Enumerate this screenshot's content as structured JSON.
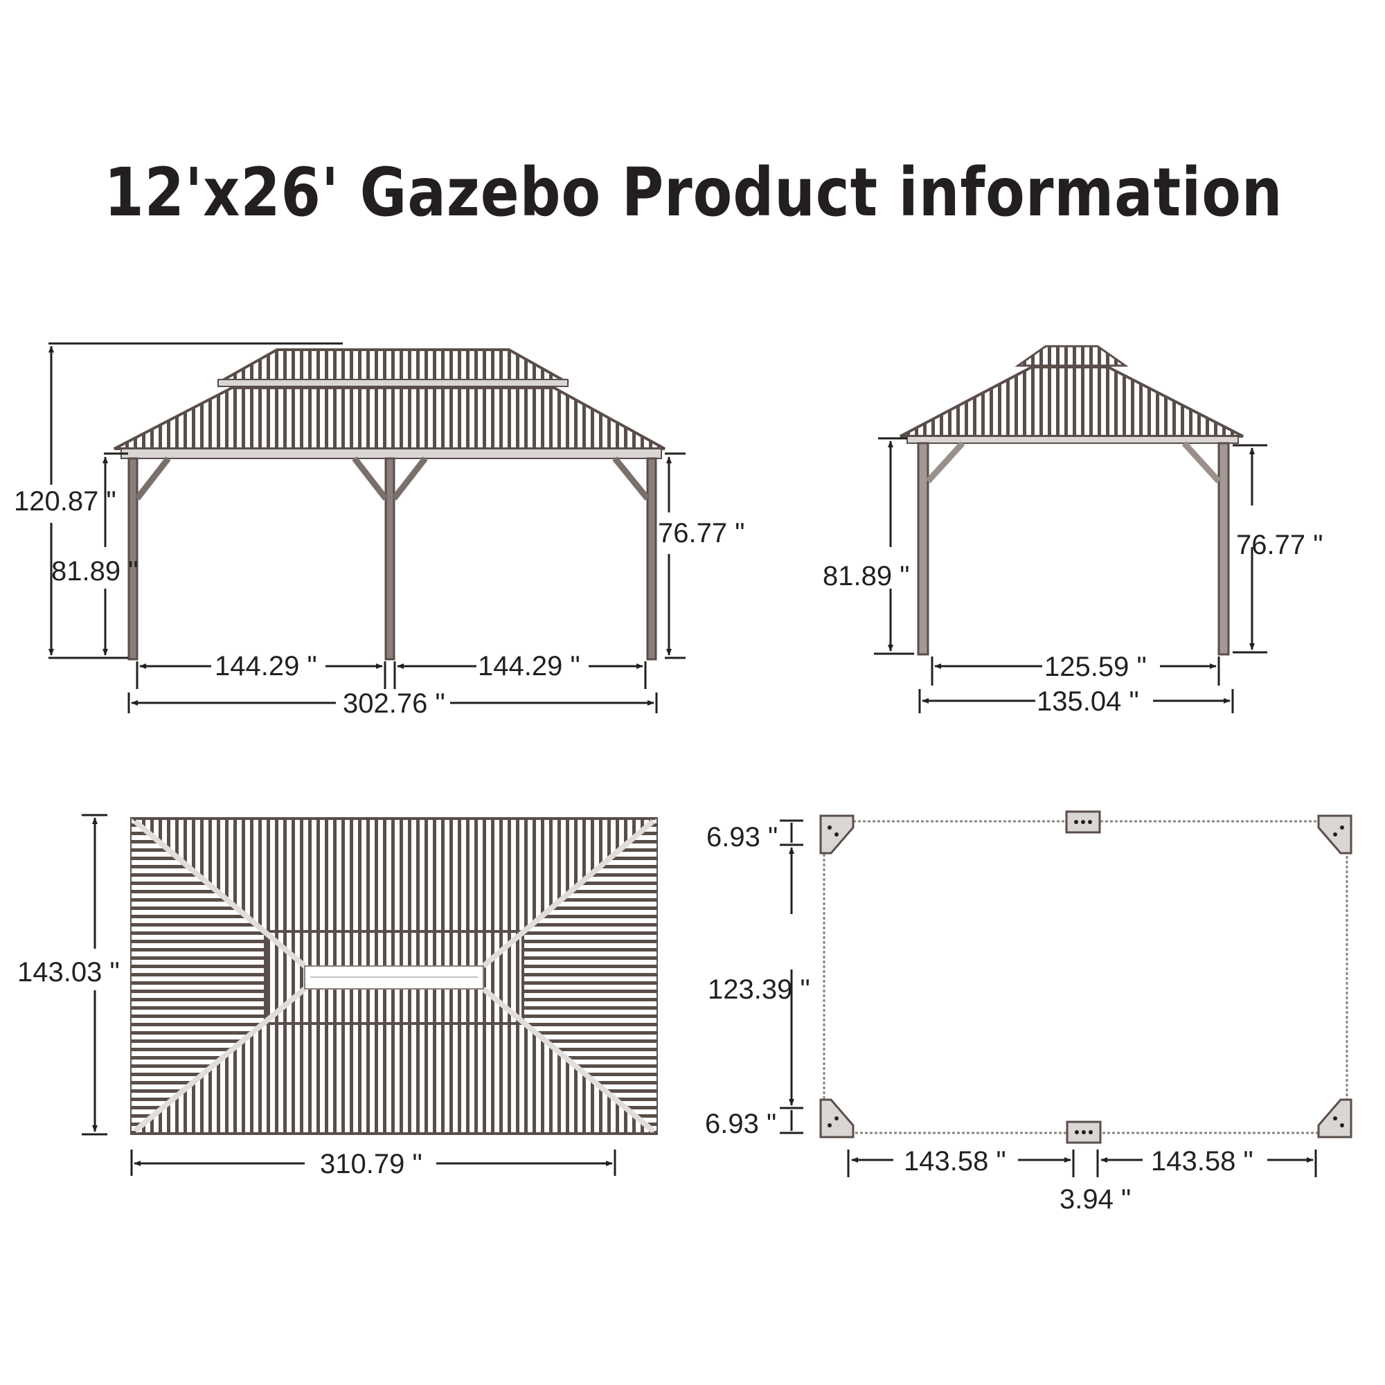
{
  "title": "12'x26' Gazebo Product information",
  "colors": {
    "structure": "#5a4e4a",
    "dimension_line": "#231f20",
    "highlight": "#d9d6d4"
  },
  "front_elevation": {
    "overall_height": "120.87 \"",
    "eave_height": "81.89 \"",
    "clear_height": "76.77 \"",
    "span_left": "144.29 \"",
    "span_right": "144.29 \"",
    "overall_width": "302.76 \""
  },
  "side_elevation": {
    "eave_height": "81.89 \"",
    "clear_height": "76.77 \"",
    "inner_width": "125.59 \"",
    "overall_width": "135.04 \""
  },
  "roof_plan": {
    "depth": "143.03 \"",
    "length": "310.79 \""
  },
  "footprint": {
    "corner_top": "6.93 \"",
    "depth": "123.39 \"",
    "corner_bottom": "6.93 \"",
    "span_left": "143.58 \"",
    "span_right": "143.58 \"",
    "center_post": "3.94 \""
  }
}
